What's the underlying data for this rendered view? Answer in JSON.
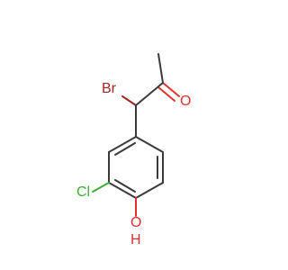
{
  "molecule": {
    "atoms": {
      "br": "Br",
      "o": "O",
      "cl": "Cl",
      "oh_o": "O",
      "oh_h": "H"
    },
    "colors": {
      "bond": "#3a3a3a",
      "oxygen": "#e0312d",
      "bromine": "#a0261d",
      "chlorine": "#3bb12f"
    }
  }
}
